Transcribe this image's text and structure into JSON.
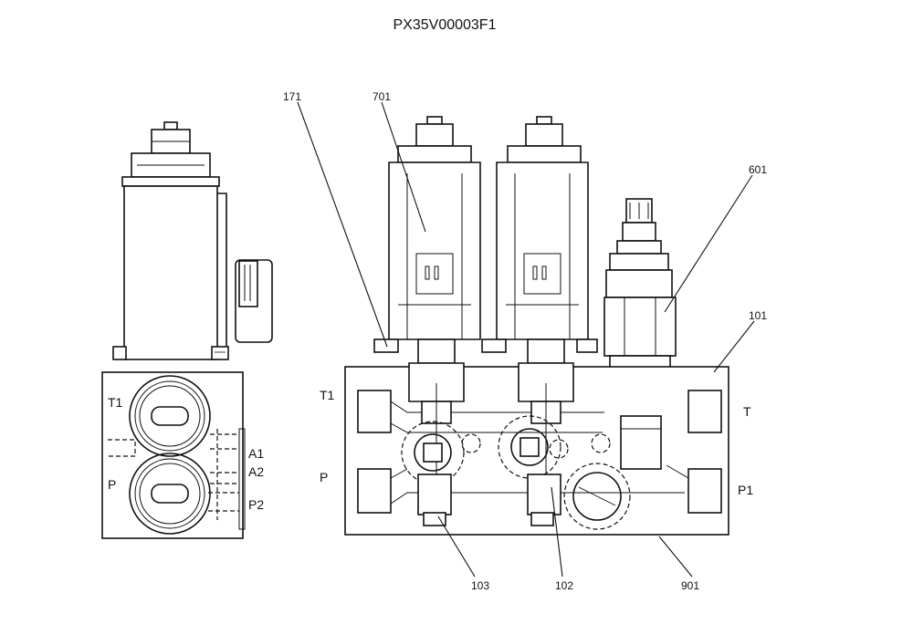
{
  "title": "PX35V00003F1",
  "callouts": {
    "c171": "171",
    "c701": "701",
    "c601": "601",
    "c101": "101",
    "c103": "103",
    "c102": "102",
    "c901": "901"
  },
  "side_view_ports": {
    "t1": "T1",
    "p": "P",
    "a1": "A1",
    "a2": "A2",
    "p2": "P2"
  },
  "front_view_ports": {
    "t1": "T1",
    "p": "P",
    "t": "T",
    "p1": "P1"
  }
}
